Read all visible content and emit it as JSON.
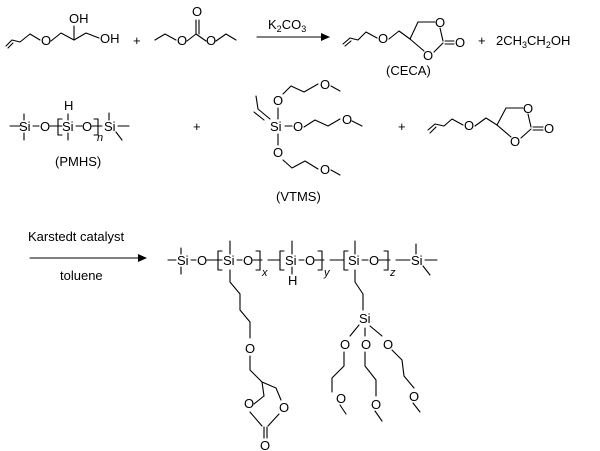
{
  "scheme": {
    "reaction1": {
      "hydroxyl_top": "OH",
      "hydroxyl_end": "OH",
      "plus_1": "+",
      "catalyst_k": "K",
      "catalyst_co": "CO",
      "catalyst_sub2": "2",
      "catalyst_sub3": "3",
      "product_label": "(CECA)",
      "plus_2": "+",
      "byproduct_coef": "2CH",
      "byproduct_sub3": "3",
      "byproduct_ch": "CH",
      "byproduct_sub2": "2",
      "byproduct_oh": "OH"
    },
    "reaction2": {
      "pmhs_label": "(PMHS)",
      "pmhs_repeat": "n",
      "plus_1": "+",
      "vtms_label": "(VTMS)",
      "plus_2": "+"
    },
    "reaction3": {
      "catalyst": "Karstedt catalyst",
      "solvent": "toluene",
      "repeat_x": "x",
      "repeat_y": "y",
      "repeat_z": "z"
    },
    "atoms": {
      "silicon": "Si",
      "oxygen": "O",
      "hydrogen": "H",
      "dash": "–"
    }
  }
}
